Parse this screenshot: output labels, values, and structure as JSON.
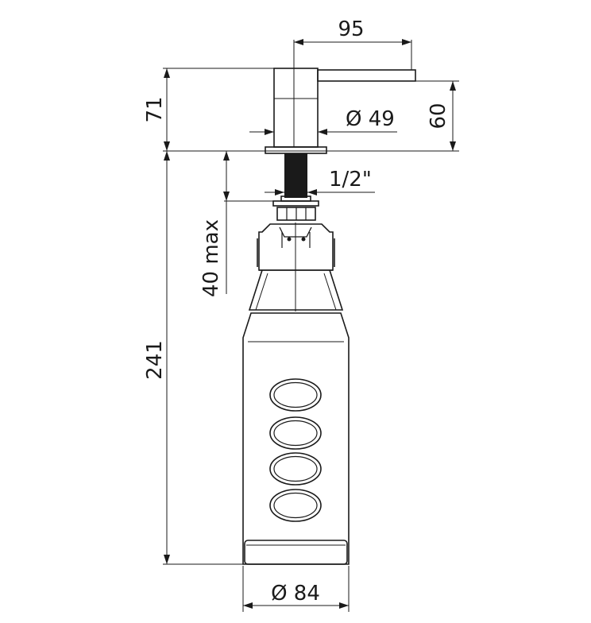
{
  "dimensions": {
    "spout_reach": "95",
    "head_height": "71",
    "spout_height": "60",
    "head_diameter": "Ø 49",
    "thread": "1/2\"",
    "max_counter_thickness": "40 max",
    "total_height": "241",
    "bottle_diameter": "Ø 84"
  },
  "colors": {
    "line": "#1a1a1a",
    "background": "#ffffff"
  }
}
